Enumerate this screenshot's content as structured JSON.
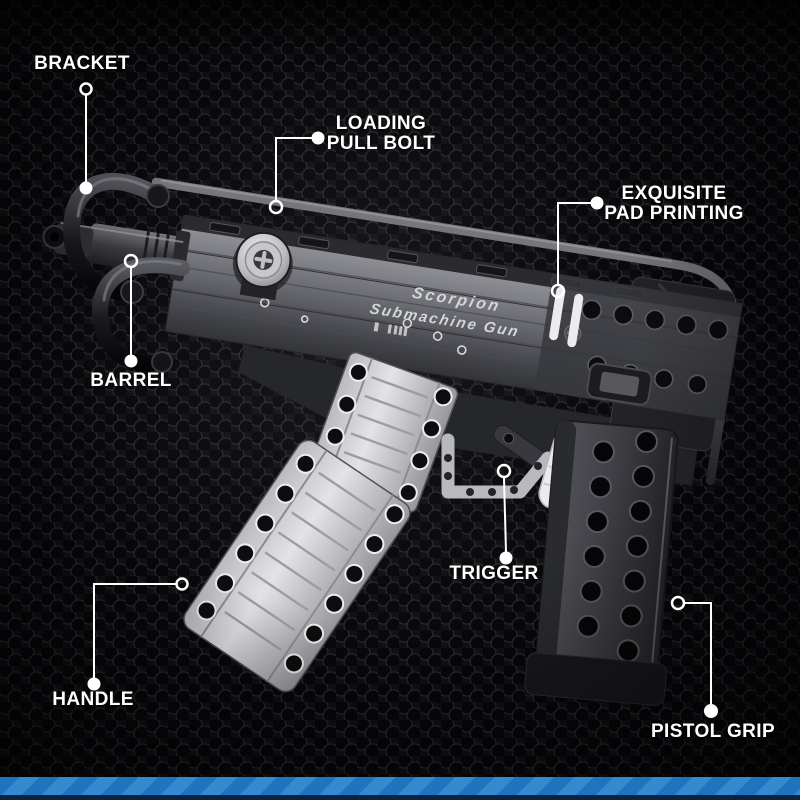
{
  "product_print": {
    "line1": "Scorpion",
    "line2": "Submachine Gun"
  },
  "callouts": {
    "bracket": {
      "label": "BRACKET"
    },
    "loading_pull_bolt": {
      "line1": "LOADING",
      "line2": "PULL BOLT"
    },
    "exquisite_pad_printing": {
      "line1": "EXQUISITE",
      "line2": "PAD PRINTING"
    },
    "barrel": {
      "label": "BARREL"
    },
    "trigger": {
      "label": "TRIGGER"
    },
    "handle": {
      "label": "HANDLE"
    },
    "pistol_grip": {
      "label": "PISTOL GRIP"
    }
  },
  "colors": {
    "accent_blue": "#1f74bf",
    "stripe_highlight": "#3489cf",
    "stripe_dark_edge": "#0b2240",
    "label_text": "#ffffff",
    "background": "#0b0b0d"
  }
}
